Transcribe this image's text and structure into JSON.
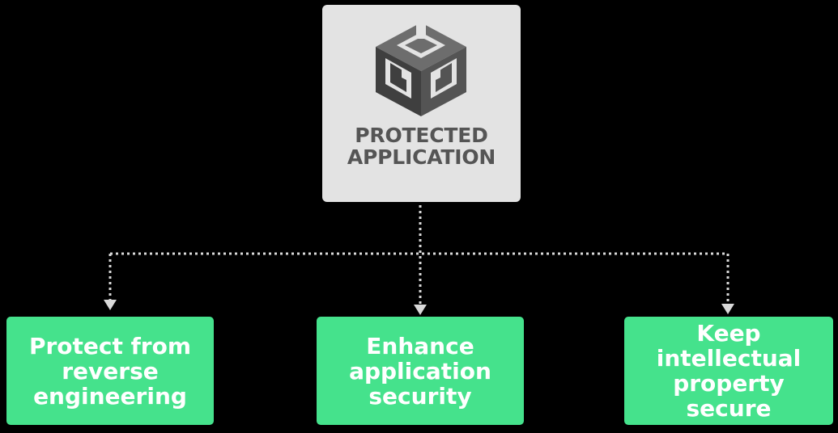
{
  "colors": {
    "background": "#000000",
    "top_box": "#e3e3e3",
    "top_text": "#555555",
    "card": "#45e28c",
    "card_text": "#ffffff",
    "connector": "#d9d9d9"
  },
  "top": {
    "logo_icon": "unity-cube-logo-icon",
    "title": "PROTECTED\nAPPLICATION"
  },
  "cards": [
    {
      "label": "Protect from reverse engineering"
    },
    {
      "label": "Enhance application security"
    },
    {
      "label": "Keep intellectual property secure"
    }
  ]
}
